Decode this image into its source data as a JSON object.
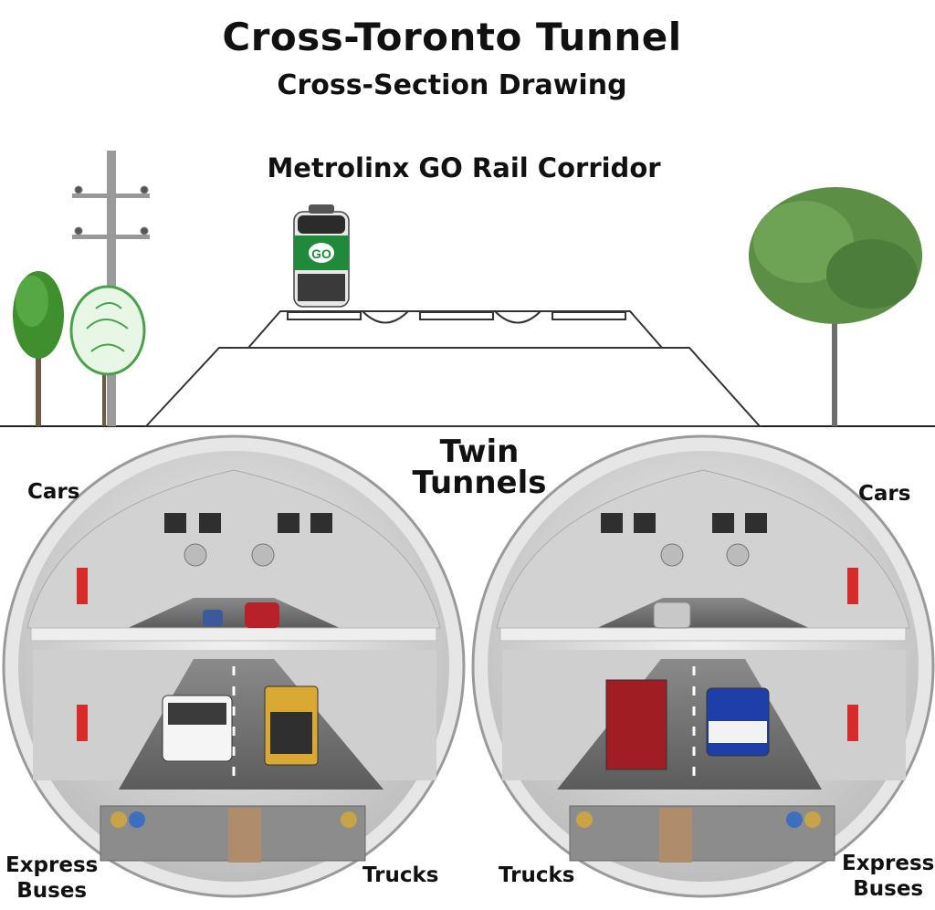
{
  "title": "Cross-Toronto Tunnel",
  "subtitle": "Cross-Section Drawing",
  "corridor_label": "Metrolinx GO Rail Corridor",
  "tunnel_label_line1": "Twin",
  "tunnel_label_line2": "Tunnels",
  "left_tunnel": {
    "upper_deck_label": "Cars",
    "lower_deck_label": "Trucks",
    "bus_label_line1": "Express",
    "bus_label_line2": "Buses"
  },
  "right_tunnel": {
    "upper_deck_label": "Cars",
    "lower_deck_label": "Trucks",
    "bus_label_line1": "Express",
    "bus_label_line2": "Buses"
  },
  "train_logo_text": "GO",
  "colors": {
    "go_green": "#1f8a3a",
    "tunnel_wall": "#d9d9d9",
    "road": "#6f6f6f",
    "truck_red": "#a11d24",
    "bus_blue": "#1e3fa8",
    "tree_green": "#3f8f2f"
  }
}
